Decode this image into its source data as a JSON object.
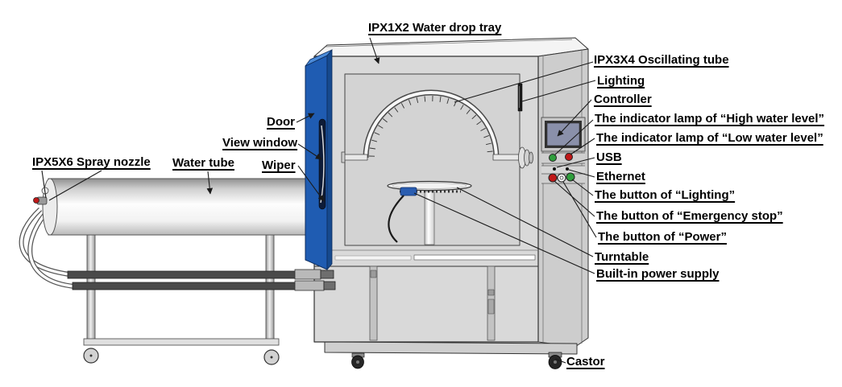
{
  "labels": {
    "water_drop_tray": "IPX1X2 Water drop tray",
    "oscillating_tube": "IPX3X4 Oscillating tube",
    "lighting": "Lighting",
    "controller": "Controller",
    "high_water_lamp": "The indicator lamp of “High water level”",
    "low_water_lamp": "The indicator lamp of “Low water level”",
    "usb": "USB",
    "ethernet": "Ethernet",
    "button_lighting": "The button of “Lighting”",
    "button_emergency_stop": "The button of “Emergency stop”",
    "button_power": "The button of “Power”",
    "turntable": "Turntable",
    "built_in_power_supply": "Built-in power supply",
    "door": "Door",
    "view_window": "View window",
    "wiper": "Wiper",
    "spray_nozzle": "IPX5X6 Spray nozzle",
    "water_tube": "Water tube",
    "castor": "Castor"
  },
  "colors": {
    "door": "#1f5cb2",
    "door_light": "#4a8ad8",
    "door_dark": "#174a8e",
    "window": "#0e1c38",
    "screen": "#8a90aa",
    "lamp_green": "#2f9e3c",
    "lamp_red": "#c01818",
    "button_green": "#2f9e3c",
    "button_red": "#c01818",
    "button_white": "#ffffff",
    "motor_blue": "#2a5db0",
    "nozzle_red": "#c01818",
    "body_gray": "#d9d9d9"
  }
}
